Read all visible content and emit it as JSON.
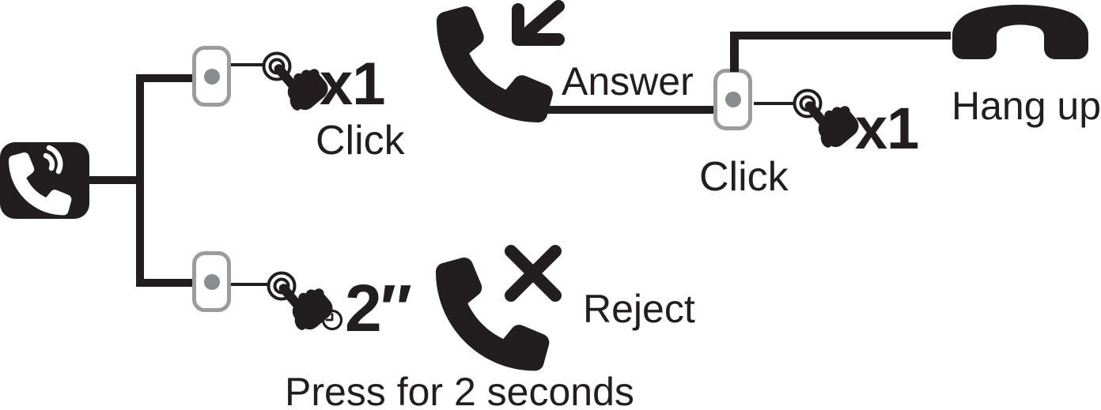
{
  "colors": {
    "ink": "#221e1f",
    "button_border": "#9c9c9c",
    "button_dot": "#8a8d8e",
    "background": "#ffffff"
  },
  "source": {
    "icon": "incoming-call-icon"
  },
  "branch_answer": {
    "tap_count": "x1",
    "tap_label": "Click",
    "action_label": "Answer",
    "icons": [
      "earbud-button-icon",
      "tap-icon",
      "answer-call-icon",
      "incoming-arrow-icon"
    ]
  },
  "branch_hangup": {
    "tap_count": "x1",
    "tap_label": "Click",
    "action_label": "Hang up",
    "icons": [
      "earbud-button-icon",
      "tap-icon",
      "handset-down-icon"
    ]
  },
  "branch_reject": {
    "hold_duration": "2″",
    "hold_label": "Press for 2 seconds",
    "action_label": "Reject",
    "icons": [
      "earbud-button-icon",
      "tap-icon",
      "clock-icon",
      "reject-call-icon"
    ]
  }
}
